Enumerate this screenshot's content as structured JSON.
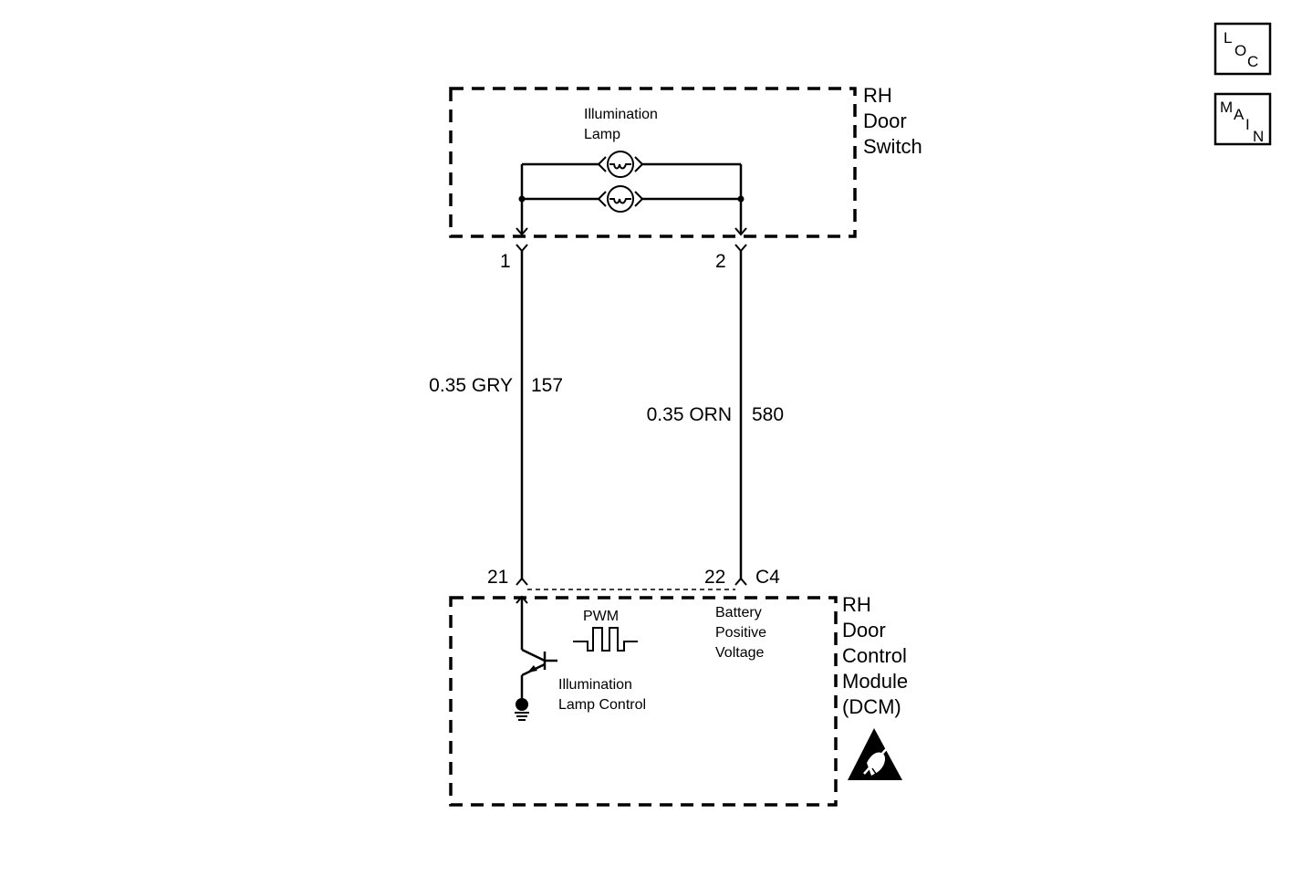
{
  "nav": {
    "loc": {
      "l1": "L",
      "l2": "O",
      "l3": "C"
    },
    "main": {
      "l1": "M",
      "l2": "A",
      "l3": "I",
      "l4": "N"
    }
  },
  "switch": {
    "name_lines": [
      "RH",
      "Door",
      "Switch"
    ],
    "lamp_label_lines": [
      "Illumination",
      "Lamp"
    ]
  },
  "pins": {
    "switch_left": "1",
    "switch_right": "2",
    "module_left": "21",
    "module_right": "22",
    "connector": "C4"
  },
  "wires": {
    "left": {
      "spec": "0.35 GRY",
      "circuit": "157"
    },
    "right": {
      "spec": "0.35 ORN",
      "circuit": "580"
    }
  },
  "module": {
    "name_lines": [
      "RH",
      "Door",
      "Control",
      "Module",
      "(DCM)"
    ],
    "pwm_label": "PWM",
    "battery_label_lines": [
      "Battery",
      "Positive",
      "Voltage"
    ],
    "control_label_lines": [
      "Illumination",
      "Lamp Control"
    ],
    "esd_icon": "esd-warning-icon"
  }
}
